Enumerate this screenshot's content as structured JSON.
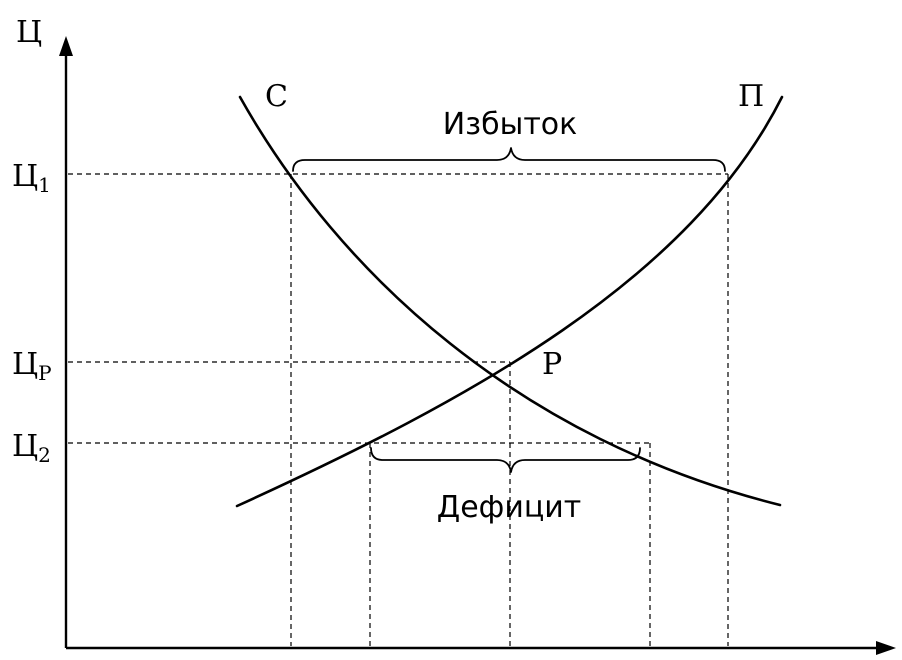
{
  "diagram": {
    "axis_y_label": "Ц",
    "curve_demand_label": "С",
    "curve_supply_label": "П",
    "equilibrium_label": "Р",
    "price_levels": [
      {
        "base": "Ц",
        "sub": "1"
      },
      {
        "base": "Ц",
        "sub": "Р"
      },
      {
        "base": "Ц",
        "sub": "2"
      }
    ],
    "surplus_label": "Избыток",
    "deficit_label": "Дефицит"
  }
}
